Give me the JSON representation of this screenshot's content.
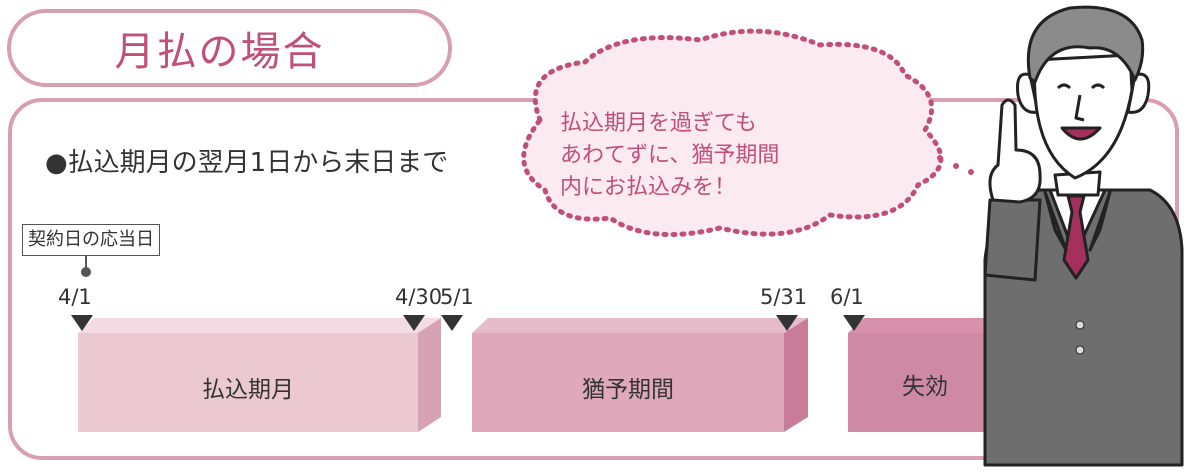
{
  "title": "月払の場合",
  "subtitle": "●払込期月の翌月1日から末日まで",
  "anchor_label": "契約日の応当日",
  "dates": [
    "4/1",
    "4/30",
    "5/1",
    "5/31",
    "6/1"
  ],
  "periods": [
    "払込期月",
    "猶予期間",
    "失効"
  ],
  "speech": [
    "払込期月を過ぎても",
    "あわてずに、猶予期間",
    "内にお払込みを！"
  ],
  "colors": {
    "accent": "#c0507a",
    "frame": "#d89fb2",
    "period1": "#ecc9d2",
    "period2": "#dfa2b7",
    "period3": "#c97495"
  }
}
